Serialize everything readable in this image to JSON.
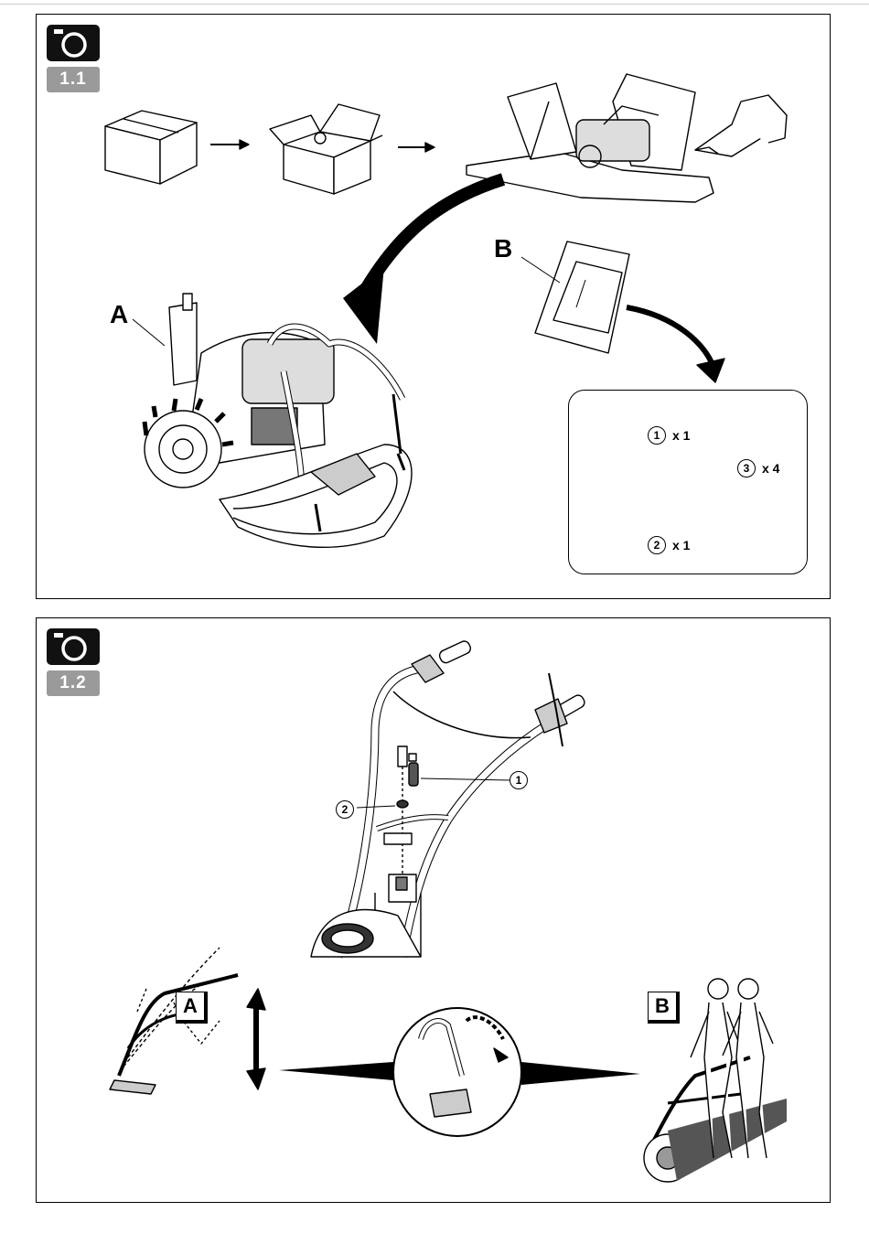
{
  "section1": {
    "badge": "1.1",
    "label_a": "A",
    "label_b": "B",
    "parts": [
      {
        "num": "1",
        "qty": "x 1"
      },
      {
        "num": "3",
        "qty": "x 4"
      },
      {
        "num": "2",
        "qty": "x 1"
      }
    ]
  },
  "section2": {
    "badge": "1.2",
    "callouts": [
      "1",
      "2"
    ],
    "label_a": "A",
    "label_b": "B"
  },
  "icons": [
    "camera-icon",
    "camera-icon"
  ]
}
